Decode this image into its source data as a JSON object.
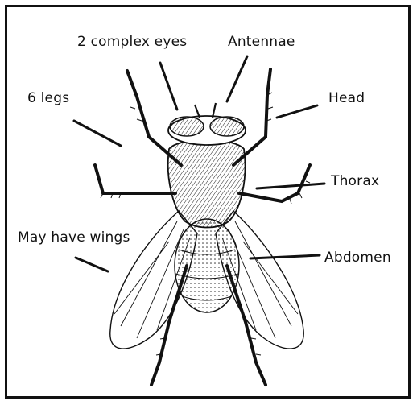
{
  "diagram": {
    "labels": {
      "eyes": "2 complex eyes",
      "antennae": "Antennae",
      "legs": "6 legs",
      "head": "Head",
      "thorax": "Thorax",
      "wings": "May have wings",
      "abdomen": "Abdomen"
    }
  }
}
